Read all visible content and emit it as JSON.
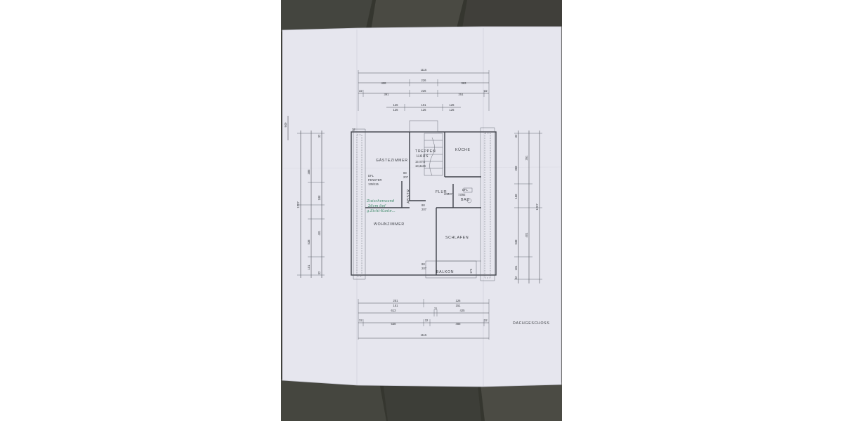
{
  "sheet": {
    "title": "DACHGESCHOSS",
    "rooms": {
      "gaestezimmer": "GÄSTEZIMMER",
      "treppenhaus_1": "TREPPEN",
      "treppenhaus_2": "HAUS",
      "steps_1": "15 STG",
      "steps_2": "18,3x26",
      "kueche": "KÜCHE",
      "abstr": "ABSTR",
      "flur": "FLUR",
      "dfl": "DFL",
      "dfl_size": "73/92",
      "bad": "BAD",
      "wohnzimmer": "WOHNZIMMER",
      "schlafen": "SCHLAFEN",
      "balkon": "BALKON",
      "dfl_fenster_1": "DFL",
      "dfl_fenster_2": "FENSTER",
      "dfl_fenster_3": "135/115"
    },
    "handwritten": {
      "line1": "Zwischenwand",
      "line2": "26cm tief",
      "line3": "g.Sicht-Kante..."
    },
    "top_dims": {
      "row0": "1115",
      "row1": [
        "428",
        "226",
        "363"
      ],
      "row2": [
        "32",
        "391",
        "226",
        "251",
        "32"
      ],
      "row3": [
        "126",
        "101",
        "126"
      ],
      "row3b": [
        "126",
        "126",
        "126"
      ]
    },
    "bottom_dims": {
      "row1": [
        "251",
        "126"
      ],
      "row1b": [
        "151",
        "151"
      ],
      "row2": [
        "613",
        "11",
        "425"
      ],
      "row3": [
        "32",
        "538",
        "32",
        "488",
        "32"
      ],
      "row4": "1115"
    },
    "left_dims": [
      "949",
      "1207",
      "388",
      "188",
      "401",
      "538",
      "101",
      "32",
      "32"
    ],
    "right_dims": [
      "351",
      "1207",
      "388",
      "188",
      "401",
      "538",
      "101",
      "32",
      "32"
    ],
    "small_labels": [
      "88",
      "207",
      "207",
      "88",
      "207",
      "88",
      "207",
      "207",
      "176",
      "32"
    ]
  }
}
